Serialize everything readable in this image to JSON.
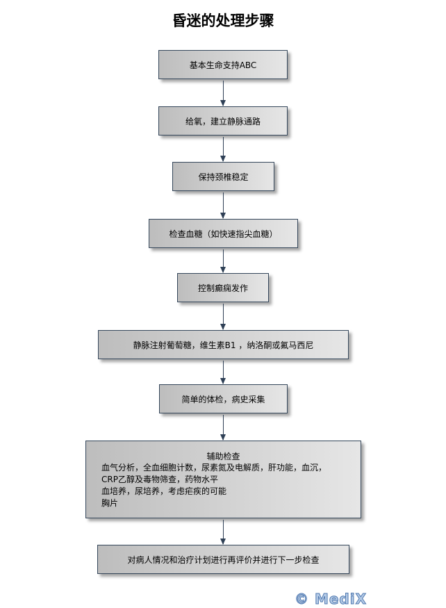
{
  "title": "昏迷的处理步骤",
  "steps": [
    {
      "label": "基本生命支持ABC"
    },
    {
      "label": "给氧，建立静脉通路"
    },
    {
      "label": "保持颈椎稳定"
    },
    {
      "label": "检查血糖（如快速指尖血糖）"
    },
    {
      "label": "控制癫痫发作"
    },
    {
      "label": "静脉注射葡萄糖，维生素B1 ，纳洛酮或氟马西尼"
    },
    {
      "label": "简单的体检，病史采集"
    },
    {
      "label": "辅助检查",
      "lines": [
        "血气分析，全血细胞计数，尿素氮及电解质，肝功能，血沉，",
        "CRP乙醇及毒物筛查，药物水平",
        "血培养，尿培养，考虑疟疾的可能",
        "胸片"
      ]
    },
    {
      "label": "对病人情况和治疗计划进行再评价并进行下一步检查"
    }
  ],
  "watermark": "© MediX",
  "colors": {
    "border": "#34465a",
    "arrow": "#2e3f55"
  }
}
